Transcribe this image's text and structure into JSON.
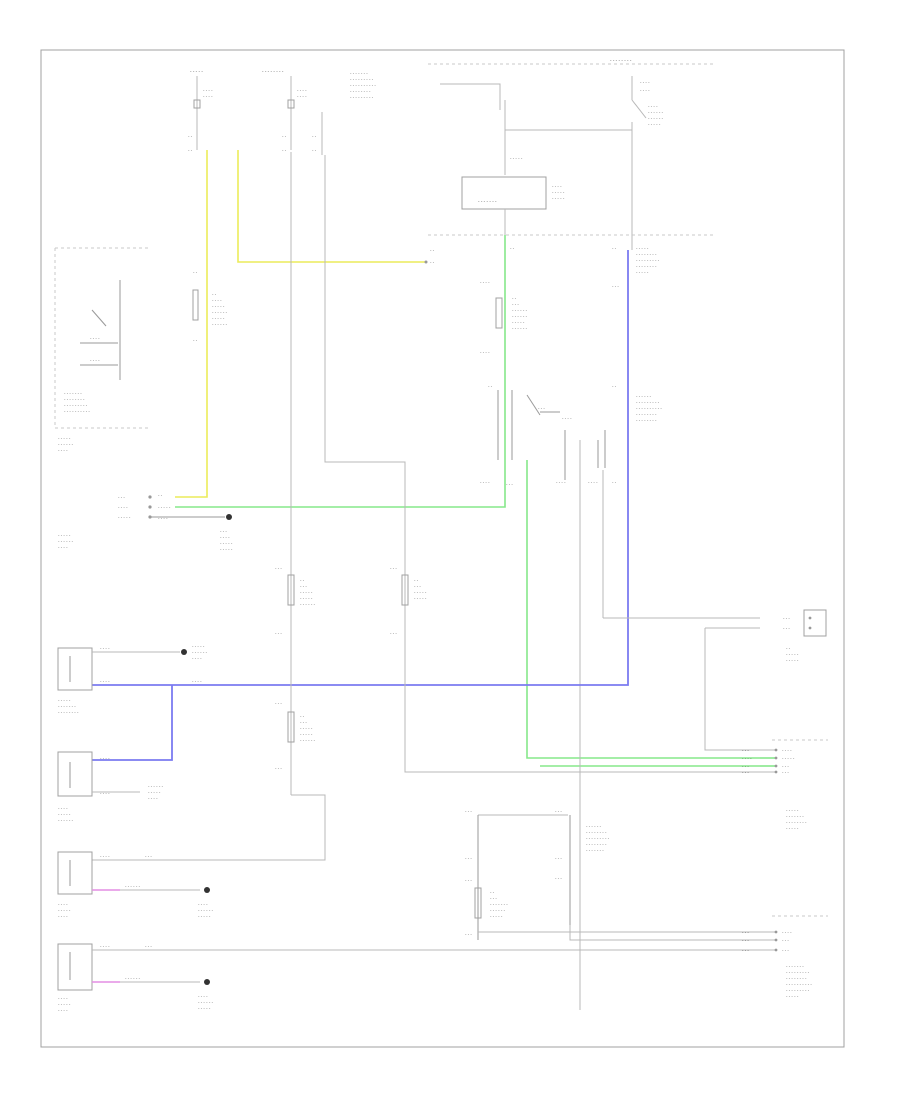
{
  "diagram": {
    "footer_label": "",
    "colors": {
      "wire_yellow": "#ecec5a",
      "wire_green": "#86e88a",
      "wire_blue": "#7b7bf0",
      "wire_pink": "#e48ee4",
      "wire_gray": "#b8b8b8",
      "frame": "#a0a0a0"
    },
    "components": [
      {
        "id": "hot-at-all-times",
        "label": ""
      },
      {
        "id": "hot-in-run-start",
        "label": ""
      },
      {
        "id": "junction-block-top",
        "label": ""
      },
      {
        "id": "underhood-fuse-box",
        "label": ""
      },
      {
        "id": "relay-module",
        "label": ""
      },
      {
        "id": "cruise-control-switch",
        "label": ""
      },
      {
        "id": "cruise-control-unit",
        "label": ""
      },
      {
        "id": "clutch-switch",
        "label": ""
      },
      {
        "id": "brake-switch",
        "label": ""
      },
      {
        "id": "left-stop-lamp",
        "label": ""
      },
      {
        "id": "right-stop-lamp",
        "label": ""
      },
      {
        "id": "cruise-control-actuator",
        "label": ""
      },
      {
        "id": "vehicle-speed-sensor",
        "label": ""
      },
      {
        "id": "pcm",
        "label": ""
      },
      {
        "id": "ground-1",
        "label": ""
      },
      {
        "id": "ground-2",
        "label": ""
      }
    ]
  }
}
